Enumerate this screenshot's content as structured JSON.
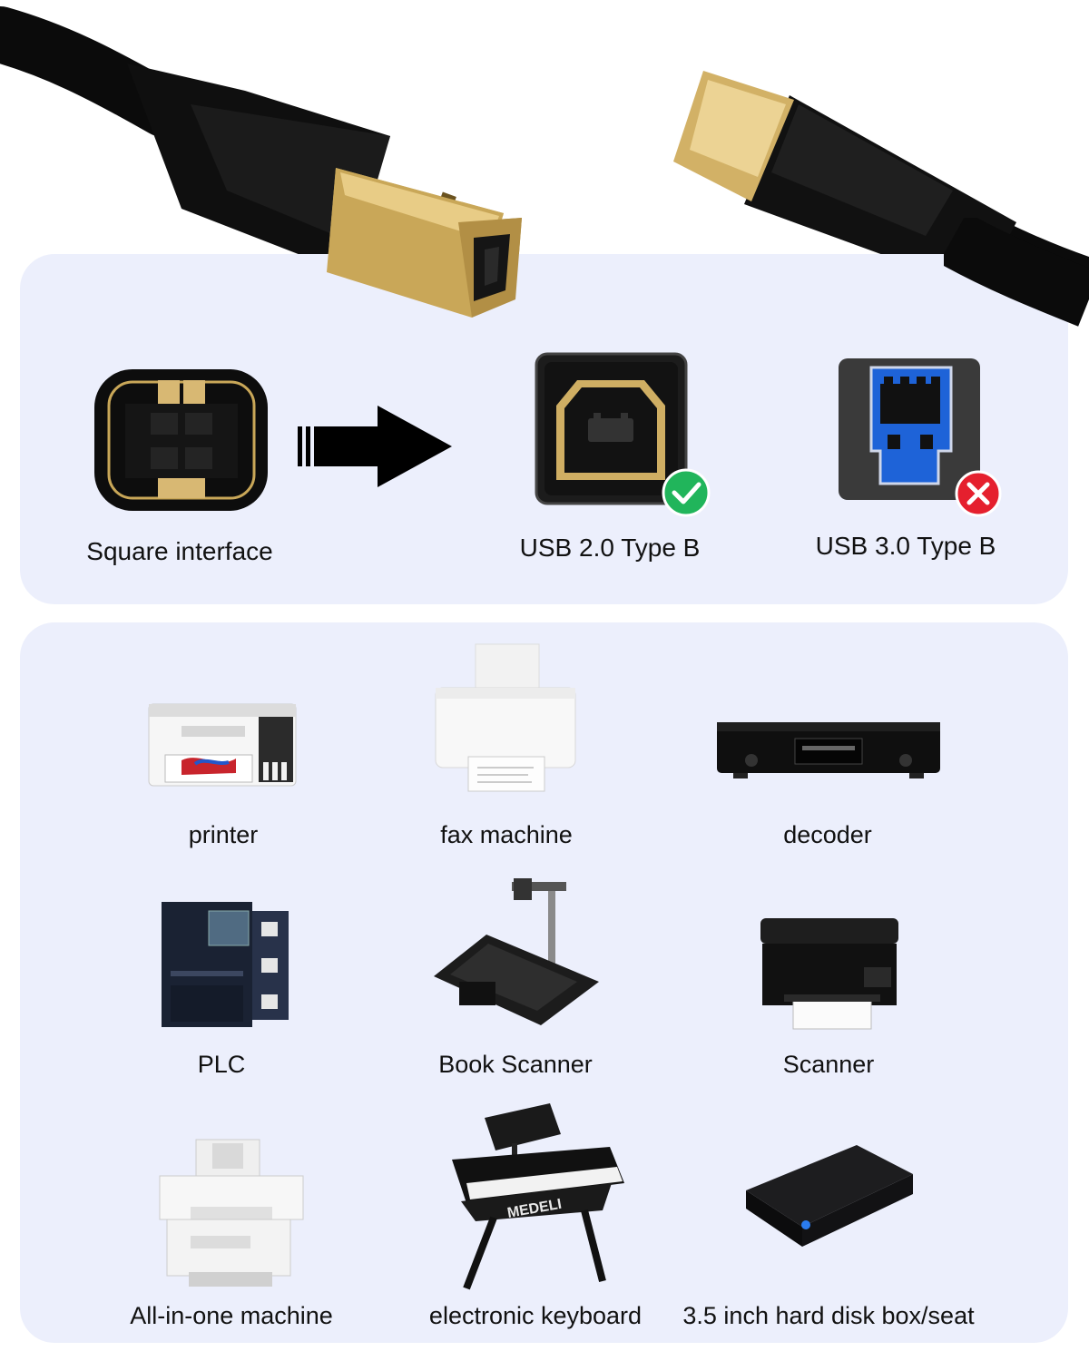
{
  "connectors": {
    "source_label": "Square interface",
    "compatible_label": "USB 2.0 Type B",
    "incompatible_label": "USB 3.0 Type B",
    "status_ok_color": "#21b55b",
    "status_bad_color": "#e5202e",
    "gold_color": "#d9b96a",
    "usb3_blue": "#1e63d8"
  },
  "devices": [
    {
      "label": "printer",
      "icon": "printer-icon"
    },
    {
      "label": "fax machine",
      "icon": "fax-machine-icon"
    },
    {
      "label": "decoder",
      "icon": "decoder-icon"
    },
    {
      "label": "PLC",
      "icon": "plc-icon"
    },
    {
      "label": "Book Scanner",
      "icon": "book-scanner-icon"
    },
    {
      "label": "Scanner",
      "icon": "scanner-icon"
    },
    {
      "label": "All-in-one machine",
      "icon": "all-in-one-machine-icon"
    },
    {
      "label": "electronic keyboard",
      "icon": "electronic-keyboard-icon"
    },
    {
      "label": "3.5 inch hard disk box/seat",
      "icon": "hard-disk-box-icon"
    }
  ],
  "keyboard_brand": "MEDELI"
}
